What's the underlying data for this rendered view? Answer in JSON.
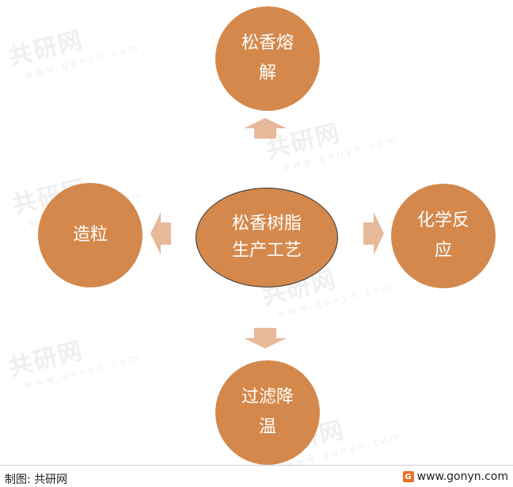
{
  "nodes": {
    "center": {
      "line1": "松香树脂",
      "line2": "生产工艺"
    },
    "top": {
      "line1": "松香熔",
      "line2": "解"
    },
    "right": {
      "line1": "化学反",
      "line2": "应"
    },
    "bottom": {
      "line1": "过滤降",
      "line2": "温"
    },
    "left": {
      "line1": "造粒"
    }
  },
  "watermark": {
    "text": "共研网",
    "url": "www.gonyn.com"
  },
  "footer": {
    "source": "制图: 共研网",
    "site": "www.gonyn.com",
    "logo_letter": "G"
  },
  "colors": {
    "node_fill": "#d4884b",
    "arrow_fill": "#e7b89a",
    "text": "#ffffff"
  }
}
